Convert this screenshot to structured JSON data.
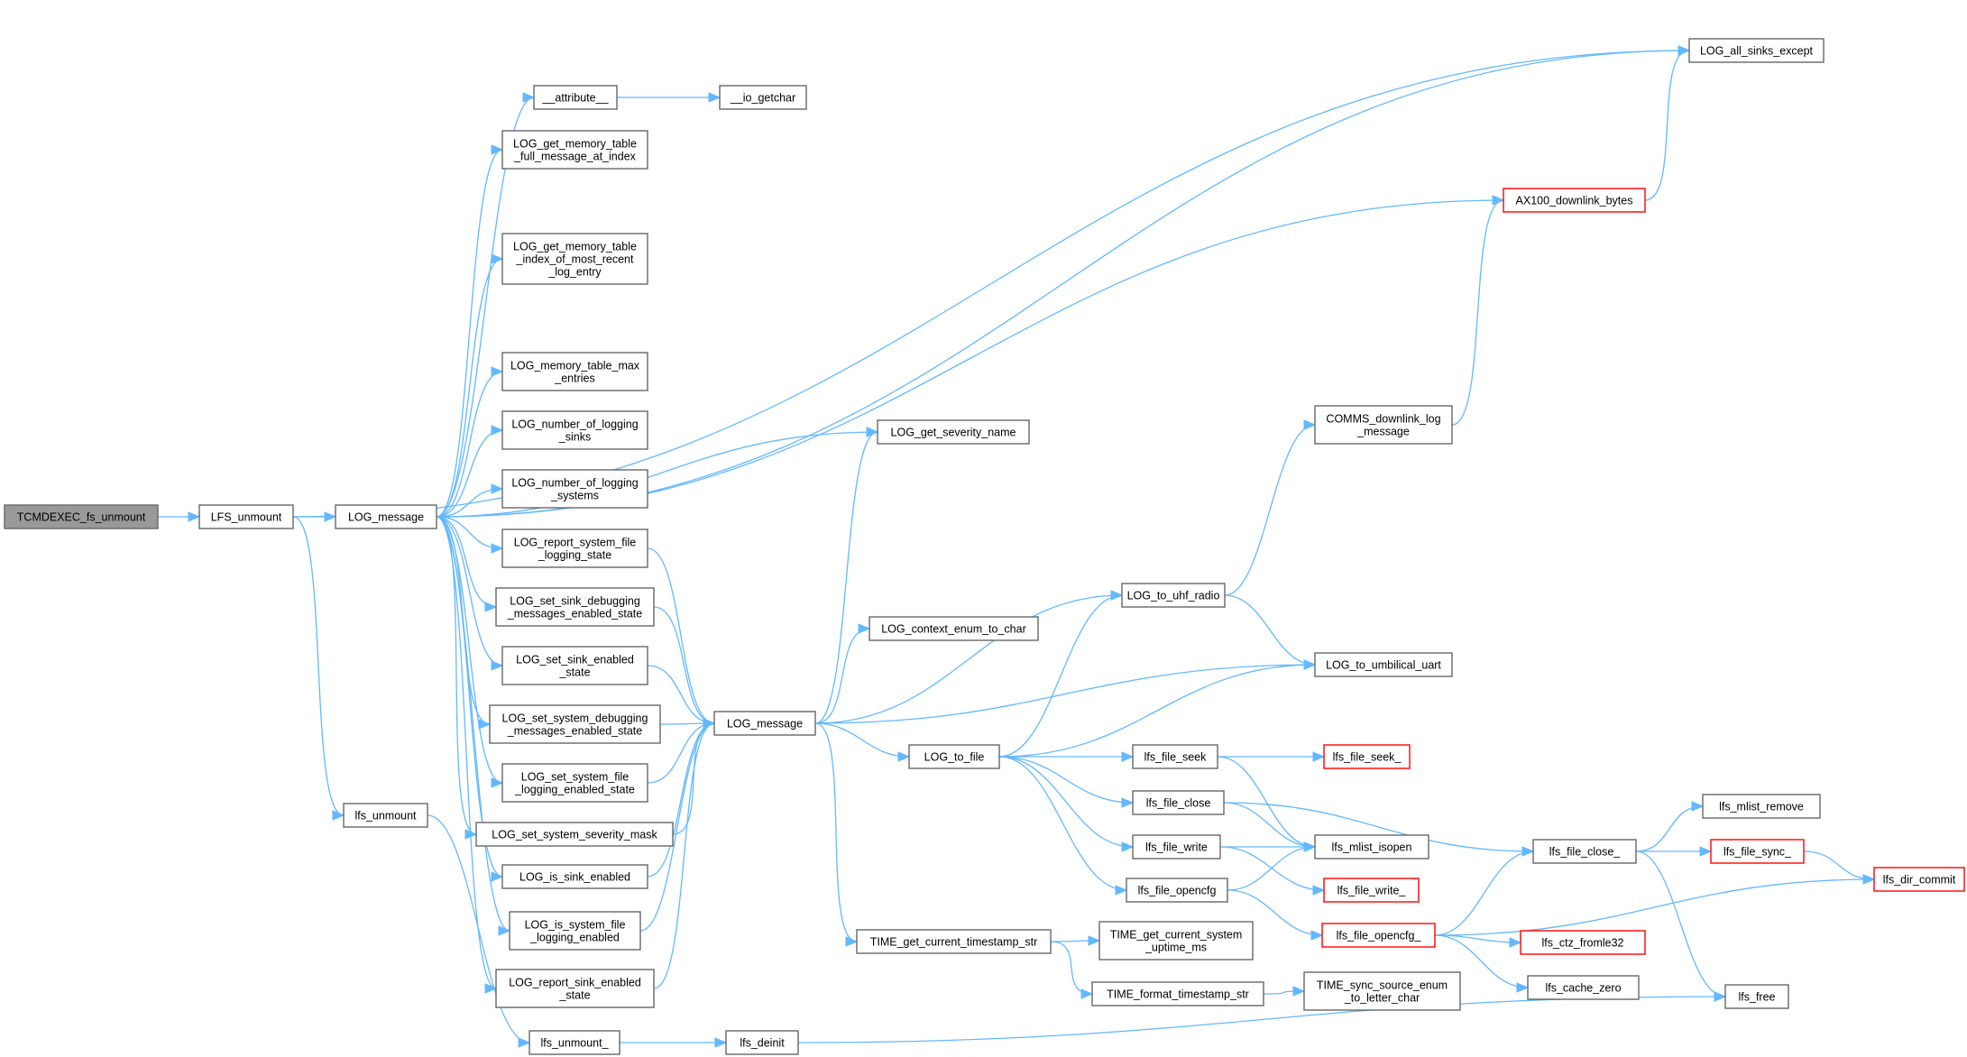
{
  "graph": {
    "colors": {
      "edge": "#63b8ff",
      "node_border": "#666666",
      "truncated_border": "#ff0000",
      "root_fill": "#999999",
      "background": "#ffffff"
    },
    "nodes": {
      "tcm": {
        "lines": [
          "TCMDEXEC_fs_unmount"
        ],
        "root": true
      },
      "lfsu": {
        "lines": [
          "LFS_unmount"
        ]
      },
      "lm1": {
        "lines": [
          "LOG_message"
        ]
      },
      "lfsunmount": {
        "lines": [
          "lfs_unmount"
        ]
      },
      "attr": {
        "lines": [
          "__attribute__"
        ]
      },
      "iogetchar": {
        "lines": [
          "__io_getchar"
        ]
      },
      "gmtfull": {
        "lines": [
          "LOG_get_memory_table",
          "_full_message_at_index"
        ]
      },
      "gmtidx": {
        "lines": [
          "LOG_get_memory_table",
          "_index_of_most_recent",
          "_log_entry"
        ]
      },
      "memmax": {
        "lines": [
          "LOG_memory_table_max",
          "_entries"
        ]
      },
      "numsinks": {
        "lines": [
          "LOG_number_of_logging",
          "_sinks"
        ]
      },
      "numsys": {
        "lines": [
          "LOG_number_of_logging",
          "_systems"
        ]
      },
      "rsfls": {
        "lines": [
          "LOG_report_system_file",
          "_logging_state"
        ]
      },
      "ssdme": {
        "lines": [
          "LOG_set_sink_debugging",
          "_messages_enabled_state"
        ]
      },
      "sses": {
        "lines": [
          "LOG_set_sink_enabled",
          "_state"
        ]
      },
      "ssysdme": {
        "lines": [
          "LOG_set_system_debugging",
          "_messages_enabled_state"
        ]
      },
      "ssfle": {
        "lines": [
          "LOG_set_system_file",
          "_logging_enabled_state"
        ]
      },
      "sssm": {
        "lines": [
          "LOG_set_system_severity_mask"
        ]
      },
      "ise": {
        "lines": [
          "LOG_is_sink_enabled"
        ]
      },
      "isfle": {
        "lines": [
          "LOG_is_system_file",
          "_logging_enabled"
        ]
      },
      "rses": {
        "lines": [
          "LOG_report_sink_enabled",
          "_state"
        ]
      },
      "lfsunmount_": {
        "lines": [
          "lfs_unmount_"
        ]
      },
      "lfsdeinit": {
        "lines": [
          "lfs_deinit"
        ]
      },
      "lm2": {
        "lines": [
          "LOG_message"
        ]
      },
      "getsev": {
        "lines": [
          "LOG_get_severity_name"
        ]
      },
      "ctxenum": {
        "lines": [
          "LOG_context_enum_to_char"
        ]
      },
      "tofile": {
        "lines": [
          "LOG_to_file"
        ]
      },
      "timestr": {
        "lines": [
          "TIME_get_current_timestamp_str"
        ]
      },
      "touhf": {
        "lines": [
          "LOG_to_uhf_radio"
        ]
      },
      "toumb": {
        "lines": [
          "LOG_to_umbilical_uart"
        ]
      },
      "commsdl": {
        "lines": [
          "COMMS_downlink_log",
          "_message"
        ]
      },
      "ax100": {
        "lines": [
          "AX100_downlink_bytes"
        ],
        "truncated": true
      },
      "allsinks": {
        "lines": [
          "LOG_all_sinks_except"
        ]
      },
      "fseek": {
        "lines": [
          "lfs_file_seek"
        ]
      },
      "fclose": {
        "lines": [
          "lfs_file_close"
        ]
      },
      "fwrite": {
        "lines": [
          "lfs_file_write"
        ]
      },
      "fopencfg": {
        "lines": [
          "lfs_file_opencfg"
        ]
      },
      "fseek_": {
        "lines": [
          "lfs_file_seek_"
        ],
        "truncated": true
      },
      "mlistisopen": {
        "lines": [
          "lfs_mlist_isopen"
        ]
      },
      "fwrite_": {
        "lines": [
          "lfs_file_write_"
        ],
        "truncated": true
      },
      "fopencfg_": {
        "lines": [
          "lfs_file_opencfg_"
        ],
        "truncated": true
      },
      "fclose_": {
        "lines": [
          "lfs_file_close_"
        ]
      },
      "mlistremove": {
        "lines": [
          "lfs_mlist_remove"
        ]
      },
      "fsync_": {
        "lines": [
          "lfs_file_sync_"
        ],
        "truncated": true
      },
      "dircommit": {
        "lines": [
          "lfs_dir_commit"
        ],
        "truncated": true
      },
      "ctzfromle": {
        "lines": [
          "lfs_ctz_fromle32"
        ],
        "truncated": true
      },
      "cachezero": {
        "lines": [
          "lfs_cache_zero"
        ]
      },
      "lfsfree": {
        "lines": [
          "lfs_free"
        ]
      },
      "uptime": {
        "lines": [
          "TIME_get_current_system",
          "_uptime_ms"
        ]
      },
      "fmtts": {
        "lines": [
          "TIME_format_timestamp_str"
        ]
      },
      "syncsrc": {
        "lines": [
          "TIME_sync_source_enum",
          "_to_letter_char"
        ]
      }
    },
    "edges": [
      [
        "tcm",
        "lfsu"
      ],
      [
        "lfsu",
        "lm1"
      ],
      [
        "lfsu",
        "allsinks"
      ],
      [
        "lfsu",
        "lfsunmount"
      ],
      [
        "lm1",
        "allsinks"
      ],
      [
        "lm1",
        "attr"
      ],
      [
        "lm1",
        "gmtfull"
      ],
      [
        "lm1",
        "ax100"
      ],
      [
        "lm1",
        "gmtidx"
      ],
      [
        "lm1",
        "getsev"
      ],
      [
        "lm1",
        "memmax"
      ],
      [
        "lm1",
        "numsinks"
      ],
      [
        "lm1",
        "numsys"
      ],
      [
        "lm1",
        "rsfls"
      ],
      [
        "lm1",
        "ssdme"
      ],
      [
        "lm1",
        "sses"
      ],
      [
        "lm1",
        "ssysdme"
      ],
      [
        "lm1",
        "ssfle"
      ],
      [
        "lm1",
        "sssm"
      ],
      [
        "lm1",
        "ise"
      ],
      [
        "lm1",
        "isfle"
      ],
      [
        "lm1",
        "rses"
      ],
      [
        "attr",
        "iogetchar"
      ],
      [
        "rsfls",
        "lm2"
      ],
      [
        "ssdme",
        "lm2"
      ],
      [
        "sses",
        "lm2"
      ],
      [
        "ssysdme",
        "lm2"
      ],
      [
        "ssfle",
        "lm2"
      ],
      [
        "sssm",
        "lm2"
      ],
      [
        "ise",
        "lm2"
      ],
      [
        "isfle",
        "lm2"
      ],
      [
        "rses",
        "lm2"
      ],
      [
        "lfsunmount",
        "lfsunmount_"
      ],
      [
        "lfsunmount_",
        "lfsdeinit"
      ],
      [
        "lfsdeinit",
        "lfsfree"
      ],
      [
        "lm2",
        "getsev"
      ],
      [
        "lm2",
        "ctxenum"
      ],
      [
        "lm2",
        "touhf"
      ],
      [
        "lm2",
        "toumb"
      ],
      [
        "lm2",
        "tofile"
      ],
      [
        "lm2",
        "timestr"
      ],
      [
        "touhf",
        "commsdl"
      ],
      [
        "touhf",
        "toumb"
      ],
      [
        "commsdl",
        "ax100"
      ],
      [
        "ax100",
        "allsinks"
      ],
      [
        "tofile",
        "touhf"
      ],
      [
        "tofile",
        "toumb"
      ],
      [
        "tofile",
        "fseek"
      ],
      [
        "tofile",
        "fclose"
      ],
      [
        "tofile",
        "fwrite"
      ],
      [
        "tofile",
        "fopencfg"
      ],
      [
        "fseek",
        "fseek_"
      ],
      [
        "fseek",
        "mlistisopen"
      ],
      [
        "fclose",
        "mlistisopen"
      ],
      [
        "fclose",
        "fclose_"
      ],
      [
        "fwrite",
        "mlistisopen"
      ],
      [
        "fwrite",
        "fwrite_"
      ],
      [
        "fopencfg",
        "mlistisopen"
      ],
      [
        "fopencfg",
        "fopencfg_"
      ],
      [
        "fopencfg_",
        "fclose_"
      ],
      [
        "fopencfg_",
        "dircommit"
      ],
      [
        "fopencfg_",
        "ctzfromle"
      ],
      [
        "fopencfg_",
        "cachezero"
      ],
      [
        "fclose_",
        "mlistremove"
      ],
      [
        "fclose_",
        "fsync_"
      ],
      [
        "fclose_",
        "lfsfree"
      ],
      [
        "fsync_",
        "dircommit"
      ],
      [
        "timestr",
        "uptime"
      ],
      [
        "timestr",
        "fmtts"
      ],
      [
        "fmtts",
        "syncsrc"
      ]
    ]
  }
}
